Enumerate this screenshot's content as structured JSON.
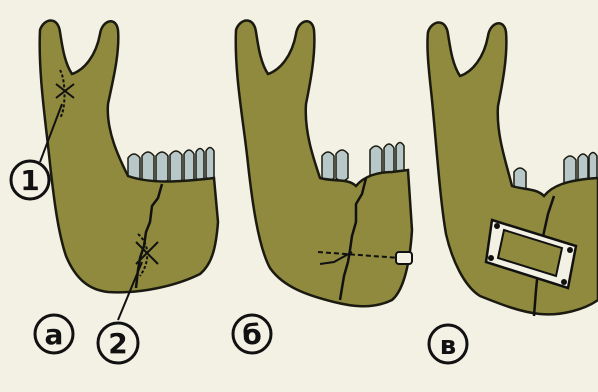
{
  "markers": {
    "callout_1": "1",
    "callout_2": "2",
    "panel_a": "a",
    "panel_b": "б",
    "panel_c": "в"
  },
  "colors": {
    "background": "#f3f0e4",
    "bone": "#8f8a3d",
    "bone_outline": "#1a1a10",
    "tooth": "#b8c8c8",
    "fracture": "#111111"
  }
}
